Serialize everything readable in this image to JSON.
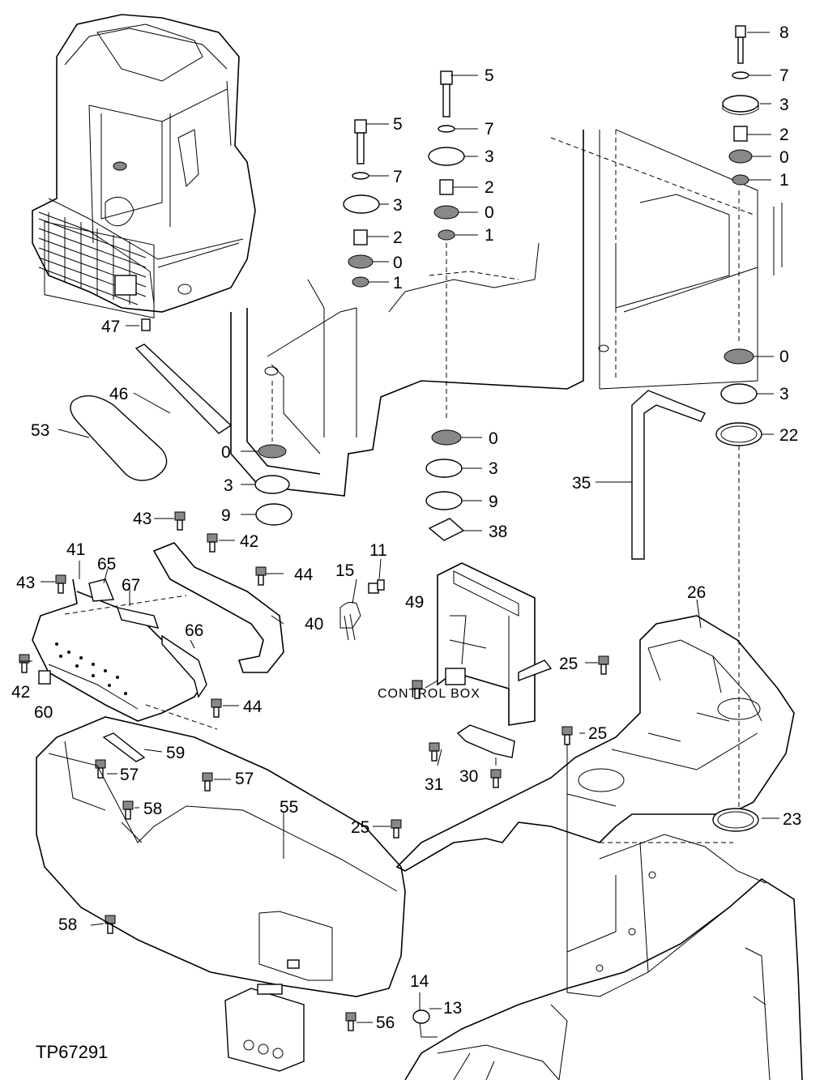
{
  "diagram": {
    "drawing_code": "TP67291",
    "caption_control_box": "CONTROL BOX",
    "callouts": [
      {
        "id": "8a",
        "text": "8"
      },
      {
        "id": "7a",
        "text": "7"
      },
      {
        "id": "3a",
        "text": "3"
      },
      {
        "id": "2a",
        "text": "2"
      },
      {
        "id": "0a",
        "text": "0"
      },
      {
        "id": "1a",
        "text": "1"
      },
      {
        "id": "5b",
        "text": "5"
      },
      {
        "id": "7b",
        "text": "7"
      },
      {
        "id": "3b",
        "text": "3"
      },
      {
        "id": "2b",
        "text": "2"
      },
      {
        "id": "0b",
        "text": "0"
      },
      {
        "id": "1b",
        "text": "1"
      },
      {
        "id": "5c",
        "text": "5"
      },
      {
        "id": "7c",
        "text": "7"
      },
      {
        "id": "3c",
        "text": "3"
      },
      {
        "id": "2c",
        "text": "2"
      },
      {
        "id": "0c",
        "text": "0"
      },
      {
        "id": "1c",
        "text": "1"
      },
      {
        "id": "0d",
        "text": "0"
      },
      {
        "id": "3d",
        "text": "3"
      },
      {
        "id": "22",
        "text": "22"
      },
      {
        "id": "35",
        "text": "35"
      },
      {
        "id": "0e",
        "text": "0"
      },
      {
        "id": "3e",
        "text": "3"
      },
      {
        "id": "9e",
        "text": "9"
      },
      {
        "id": "38",
        "text": "38"
      },
      {
        "id": "47",
        "text": "47"
      },
      {
        "id": "46",
        "text": "46"
      },
      {
        "id": "53",
        "text": "53"
      },
      {
        "id": "0f",
        "text": "0"
      },
      {
        "id": "3f",
        "text": "3"
      },
      {
        "id": "9f",
        "text": "9"
      },
      {
        "id": "43a",
        "text": "43"
      },
      {
        "id": "42a",
        "text": "42"
      },
      {
        "id": "44a",
        "text": "44"
      },
      {
        "id": "40",
        "text": "40"
      },
      {
        "id": "41",
        "text": "41"
      },
      {
        "id": "65",
        "text": "65"
      },
      {
        "id": "67",
        "text": "67"
      },
      {
        "id": "43b",
        "text": "43"
      },
      {
        "id": "66",
        "text": "66"
      },
      {
        "id": "42b",
        "text": "42"
      },
      {
        "id": "60",
        "text": "60"
      },
      {
        "id": "44b",
        "text": "44"
      },
      {
        "id": "15",
        "text": "15"
      },
      {
        "id": "11",
        "text": "11"
      },
      {
        "id": "49",
        "text": "49"
      },
      {
        "id": "26",
        "text": "26"
      },
      {
        "id": "25a",
        "text": "25"
      },
      {
        "id": "25b",
        "text": "25"
      },
      {
        "id": "59",
        "text": "59"
      },
      {
        "id": "57a",
        "text": "57"
      },
      {
        "id": "57b",
        "text": "57"
      },
      {
        "id": "58a",
        "text": "58"
      },
      {
        "id": "55",
        "text": "55"
      },
      {
        "id": "31",
        "text": "31"
      },
      {
        "id": "30",
        "text": "30"
      },
      {
        "id": "25c",
        "text": "25"
      },
      {
        "id": "23",
        "text": "23"
      },
      {
        "id": "58b",
        "text": "58"
      },
      {
        "id": "14",
        "text": "14"
      },
      {
        "id": "13",
        "text": "13"
      },
      {
        "id": "56",
        "text": "56"
      }
    ]
  }
}
